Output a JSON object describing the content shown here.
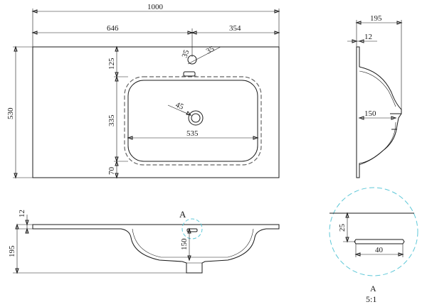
{
  "drawing": {
    "colors": {
      "line": "#1a1a1a",
      "detail_circle": "#5ec8d8",
      "hidden": "#666666"
    },
    "top_view": {
      "overall_width": "1000",
      "left_offset": "646",
      "right_offset": "354",
      "height": "530",
      "top_margin": "125",
      "basin_height": "335",
      "bottom_margin": "70",
      "basin_width": "535",
      "drain_diameter": "45",
      "tap_hole_1": "35",
      "tap_hole_2": "35"
    },
    "side_view": {
      "depth": "195",
      "top_thickness": "12",
      "basin_depth": "150"
    },
    "front_view": {
      "thickness": "12",
      "height": "195",
      "basin_depth": "150",
      "detail_marker": "A"
    },
    "detail": {
      "label": "A",
      "scale": "5:1",
      "height": "25",
      "width": "40"
    }
  }
}
